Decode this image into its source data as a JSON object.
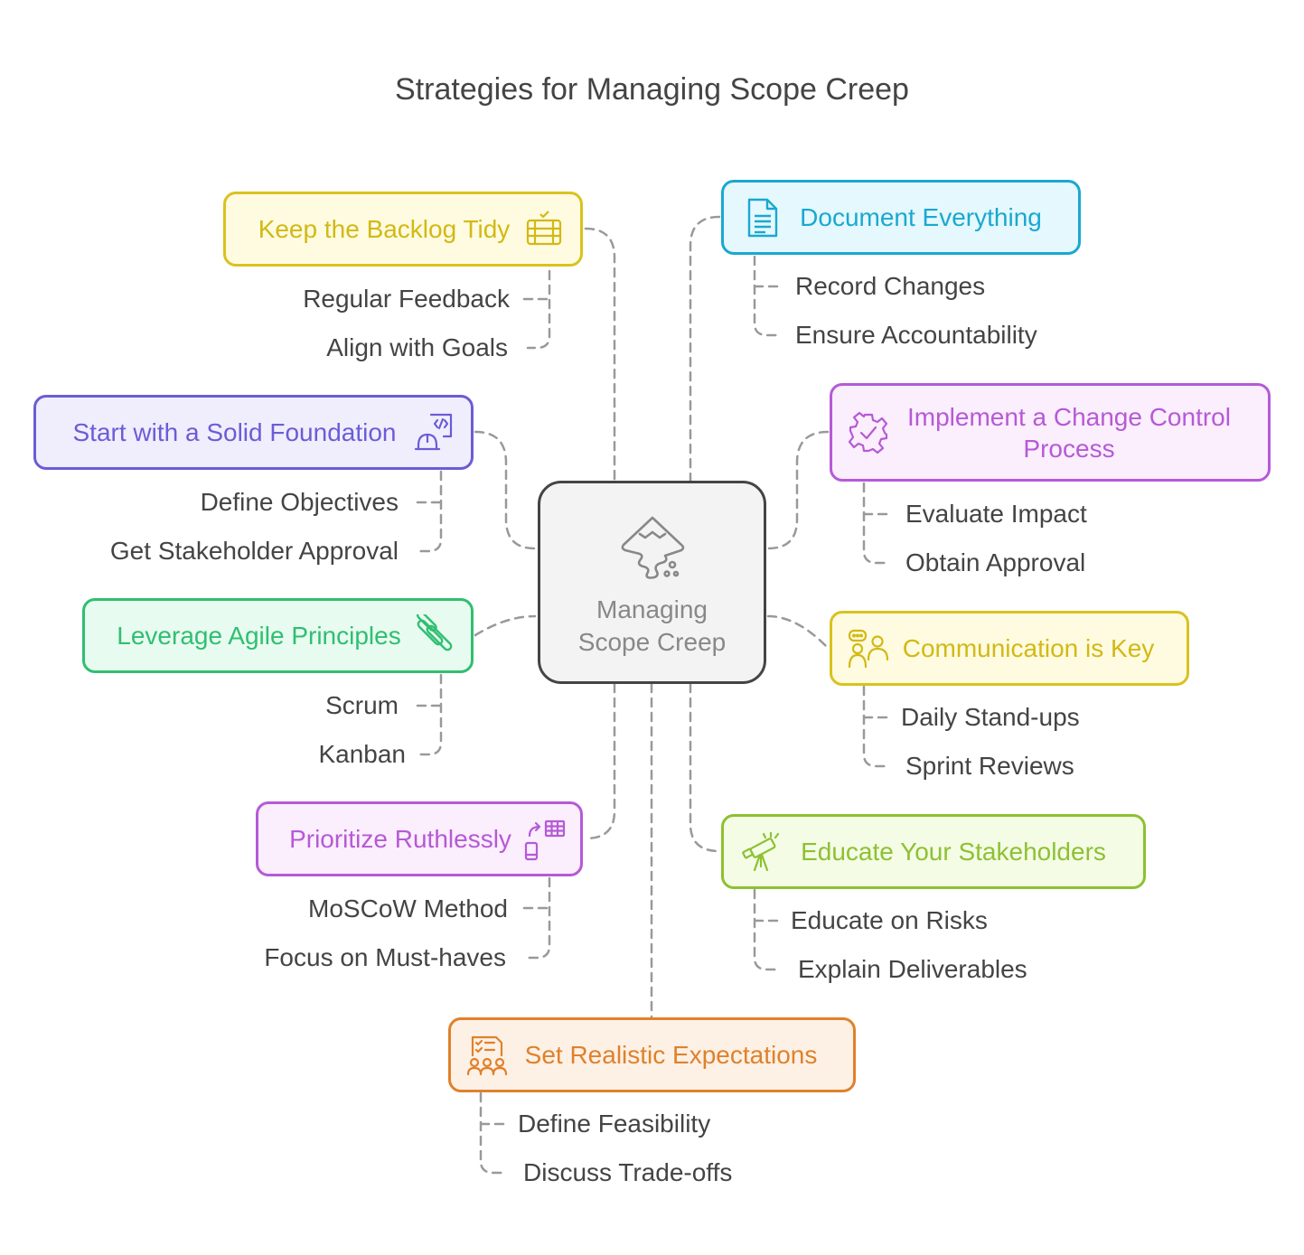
{
  "title": "Strategies for Managing Scope Creep",
  "center": {
    "line1": "Managing",
    "line2": "Scope Creep",
    "icon": "inkscape-icon",
    "color": "#888888"
  },
  "branches": [
    {
      "id": "backlog",
      "label": "Keep the Backlog Tidy",
      "icon": "backlog-icon",
      "color": "#d9c21e",
      "fill": "#fefbe0",
      "items": [
        "Regular Feedback",
        "Align with Goals"
      ]
    },
    {
      "id": "foundation",
      "label": "Start with a Solid Foundation",
      "icon": "foundation-icon",
      "color": "#6b5cd6",
      "fill": "#f0eefd",
      "items": [
        "Define Objectives",
        "Get Stakeholder Approval"
      ]
    },
    {
      "id": "agile",
      "label": "Leverage Agile Principles",
      "icon": "agile-icon",
      "color": "#2fbf71",
      "fill": "#e8fbf0",
      "items": [
        "Scrum",
        "Kanban"
      ]
    },
    {
      "id": "prioritize",
      "label": "Prioritize Ruthlessly",
      "icon": "prioritize-icon",
      "color": "#b55ad6",
      "fill": "#fbeefd",
      "items": [
        "MoSCoW Method",
        "Focus on Must-haves"
      ]
    },
    {
      "id": "document",
      "label": "Document Everything",
      "icon": "document-icon",
      "color": "#1aa8d0",
      "fill": "#e4f8fd",
      "items": [
        "Record Changes",
        "Ensure Accountability"
      ]
    },
    {
      "id": "change",
      "label_line1": "Implement a Change Control",
      "label_line2": "Process",
      "icon": "gear-check-icon",
      "color": "#b55ad6",
      "fill": "#fbeefd",
      "items": [
        "Evaluate Impact",
        "Obtain Approval"
      ]
    },
    {
      "id": "communication",
      "label": "Communication is Key",
      "icon": "people-chat-icon",
      "color": "#d9c21e",
      "fill": "#fefbe0",
      "items": [
        "Daily Stand-ups",
        "Sprint Reviews"
      ]
    },
    {
      "id": "educate",
      "label": "Educate Your Stakeholders",
      "icon": "telescope-icon",
      "color": "#8dc131",
      "fill": "#f4fce6",
      "items": [
        "Educate on Risks",
        "Explain Deliverables"
      ]
    },
    {
      "id": "expectations",
      "label": "Set Realistic Expectations",
      "icon": "team-checklist-icon",
      "color": "#e0812b",
      "fill": "#fdf1e6",
      "items": [
        "Define Feasibility",
        "Discuss Trade-offs"
      ]
    }
  ]
}
